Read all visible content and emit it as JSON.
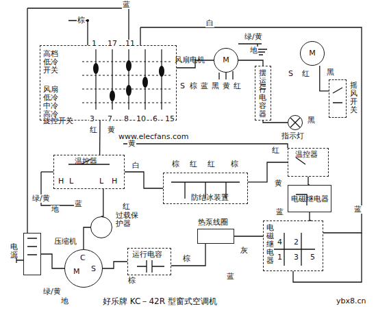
{
  "diagram": {
    "caption": "好乐牌 KC－42R 型窗式空调机",
    "nodes": [
      {
        "text": [
          "高档 低冷 开关",
          "风扇 低冷 中冷 高冷",
          "旋控开关"
        ]
      },
      {
        "text": [
          "M",
          "风扇电机"
        ]
      },
      {
        "text": [
          "M"
        ]
      },
      {
        "text": [
          "温控器",
          "H",
          "L",
          "L",
          "H"
        ]
      },
      {
        "text": [
          "防结冰装置"
        ]
      },
      {
        "text": [
          "温控器"
        ]
      },
      {
        "text": [
          "电磁继电器"
        ]
      },
      {
        "text": [
          "过载保护器"
        ]
      },
      {
        "text": [
          "压缩机",
          "C",
          "S",
          "M"
        ]
      },
      {
        "text": [
          "运行电容"
        ]
      },
      {
        "text": [
          "电源"
        ]
      },
      {
        "text": [
          "热泵线圈"
        ]
      },
      {
        "text": [
          "电磁继电器"
        ]
      },
      {
        "text": [
          "指示灯"
        ]
      },
      {
        "text": [
          "摇风开关"
        ]
      },
      {
        "text": [
          "摆运行电容器"
        ]
      }
    ],
    "edges": [
      {
        "from": 0,
        "to": 3,
        "arrow": "none"
      },
      {
        "from": 3,
        "to": 7,
        "arrow": "none"
      },
      {
        "from": 7,
        "to": 8,
        "arrow": "none"
      },
      {
        "from": 8,
        "to": 9,
        "arrow": "none"
      },
      {
        "from": 0,
        "to": 1,
        "arrow": "none"
      },
      {
        "from": 1,
        "to": 15,
        "arrow": "none"
      },
      {
        "from": 2,
        "to": 14,
        "arrow": "none"
      },
      {
        "from": 5,
        "to": 6,
        "arrow": "none"
      },
      {
        "from": 6,
        "to": 12,
        "arrow": "none"
      },
      {
        "from": 11,
        "to": 12,
        "arrow": "none"
      },
      {
        "from": 10,
        "to": 8,
        "arrow": "none"
      },
      {
        "from": 3,
        "to": 4,
        "arrow": "none"
      },
      {
        "from": 4,
        "to": 5,
        "arrow": "none"
      },
      {
        "from": 15,
        "to": 13,
        "arrow": "none"
      }
    ],
    "labels": [
      "棕",
      "蓝",
      "白",
      "1",
      "17",
      "11",
      "3",
      "7",
      "8",
      "10",
      "6",
      "15",
      "红",
      "黄",
      "绿/黄",
      "地",
      "S",
      "棕",
      "蓝",
      "黑",
      "黄",
      "红",
      "S",
      "红",
      "黑",
      "黑",
      "红",
      "www.elecfans.com",
      "黄",
      "白",
      "棕",
      "红",
      "红",
      "棕",
      "黄",
      "蓝",
      "红",
      "绿/黄",
      "地",
      "绿/黄",
      "地",
      "棕",
      "棕",
      "灰",
      "蓝",
      "蓝",
      "4",
      "2",
      "1",
      "3",
      "5",
      "蓝",
      "ybx8.cn"
    ]
  }
}
